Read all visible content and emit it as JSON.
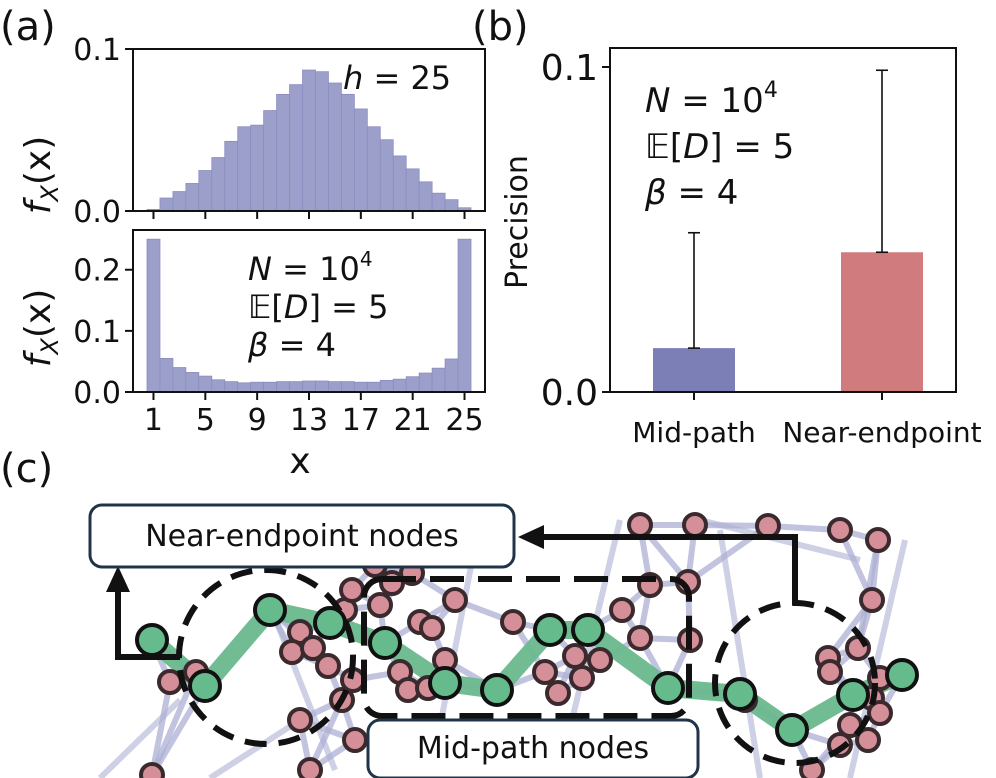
{
  "panel_labels": {
    "a": "(a)",
    "b": "(b)",
    "c": "(c)"
  },
  "colors": {
    "hist_bar": "#9d9fcb",
    "hist_edge": "#8a8cc0",
    "mid_bar": "#7b7fb5",
    "near_bar": "#d07b7d",
    "path_green": "#6ab88e",
    "node_green": "#66bb8c",
    "node_pink": "#d58f98",
    "edge_lav": "#aeb0d4"
  },
  "chart_data": [
    {
      "type": "bar",
      "panel": "a-top",
      "x": [
        1,
        2,
        3,
        4,
        5,
        6,
        7,
        8,
        9,
        10,
        11,
        12,
        13,
        14,
        15,
        16,
        17,
        18,
        19,
        20,
        21,
        22,
        23,
        24,
        25
      ],
      "values": [
        0.001,
        0.008,
        0.012,
        0.017,
        0.025,
        0.033,
        0.043,
        0.052,
        0.053,
        0.062,
        0.072,
        0.078,
        0.087,
        0.086,
        0.079,
        0.072,
        0.063,
        0.052,
        0.044,
        0.034,
        0.026,
        0.018,
        0.011,
        0.007,
        0.002
      ],
      "ylabel": "f_X(x)",
      "yticks": [
        "0.0",
        "0.1"
      ],
      "ylim": [
        0,
        0.1
      ],
      "annotation": "h = 25"
    },
    {
      "type": "bar",
      "panel": "a-bottom",
      "x": [
        1,
        2,
        3,
        4,
        5,
        6,
        7,
        8,
        9,
        10,
        11,
        12,
        13,
        14,
        15,
        16,
        17,
        18,
        19,
        20,
        21,
        22,
        23,
        24,
        25
      ],
      "values": [
        0.25,
        0.055,
        0.04,
        0.032,
        0.026,
        0.02,
        0.017,
        0.015,
        0.016,
        0.016,
        0.017,
        0.017,
        0.018,
        0.018,
        0.017,
        0.017,
        0.016,
        0.016,
        0.019,
        0.021,
        0.025,
        0.031,
        0.039,
        0.054,
        0.25
      ],
      "ylabel": "f_X(x)",
      "xlabel": "x",
      "xticks": [
        "1",
        "5",
        "9",
        "13",
        "17",
        "21",
        "25"
      ],
      "yticks": [
        "0.0",
        "0.1",
        "0.2"
      ],
      "ylim": [
        0,
        0.265
      ],
      "annotation": [
        "N = 10^4",
        "E[D] = 5",
        "β = 4"
      ]
    },
    {
      "type": "bar",
      "panel": "b",
      "categories": [
        "Mid-path",
        "Near-endpoint"
      ],
      "values": [
        0.0135,
        0.043
      ],
      "error_upper": [
        0.049,
        0.099
      ],
      "ylabel": "Precision",
      "yticks": [
        "0.0",
        "0.1"
      ],
      "ylim": [
        0,
        0.1
      ],
      "annotation": [
        "N = 10^4",
        "E[D] = 5",
        "β = 4"
      ]
    }
  ],
  "diagram": {
    "near_label": "Near-endpoint nodes",
    "mid_label": "Mid-path nodes"
  }
}
